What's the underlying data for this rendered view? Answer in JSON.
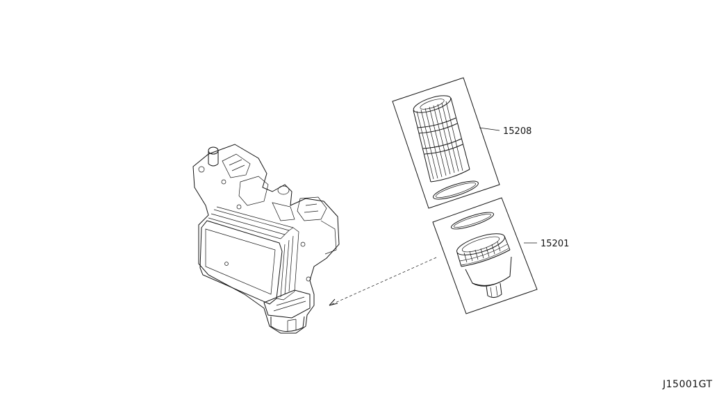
{
  "parts": [
    {
      "id": "filter-element",
      "part_number": "15208"
    },
    {
      "id": "filter-housing",
      "part_number": "15201"
    }
  ],
  "diagram_code": "J15001GT",
  "colors": {
    "line": "#111111",
    "background": "#ffffff"
  }
}
